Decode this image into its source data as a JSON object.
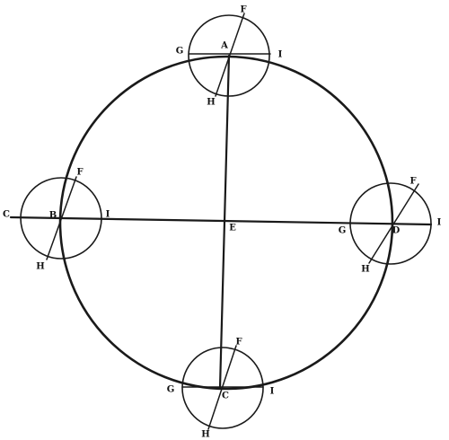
{
  "labels": {
    "top": {
      "F": "F",
      "G": "G",
      "A": "A",
      "I": "I",
      "H": "H"
    },
    "left": {
      "C": "C",
      "F": "F",
      "B": "B",
      "I": "I",
      "H": "H"
    },
    "center": {
      "E": "E"
    },
    "right": {
      "G": "G",
      "F": "F",
      "D": "D",
      "I": "I",
      "H": "H"
    },
    "bottom": {
      "F": "F",
      "G": "G",
      "C": "C",
      "I": "I",
      "H": "H"
    }
  }
}
